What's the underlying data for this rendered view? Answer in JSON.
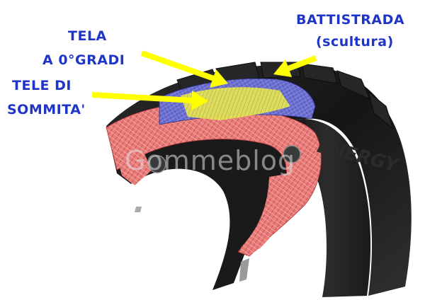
{
  "labels": {
    "battistrada_line1": "BATTISTRADA",
    "battistrada_line2": "(scultura)",
    "tela_line1": "TELA",
    "tela_line2": "A 0°GRADI",
    "tele_line1": "TELE DI",
    "tele_line2": "SOMMITA'"
  },
  "watermark": "Gommeblog",
  "tire_sidewall_text": "ENERGY",
  "colors": {
    "label": "#1f35c8",
    "arrow": "#ffff00",
    "carcass_ply": "#e86a6a",
    "belt_plies": "#5e63c9",
    "zero_degree_ply": "#e6e43a",
    "rubber": "#1c1c1c"
  }
}
